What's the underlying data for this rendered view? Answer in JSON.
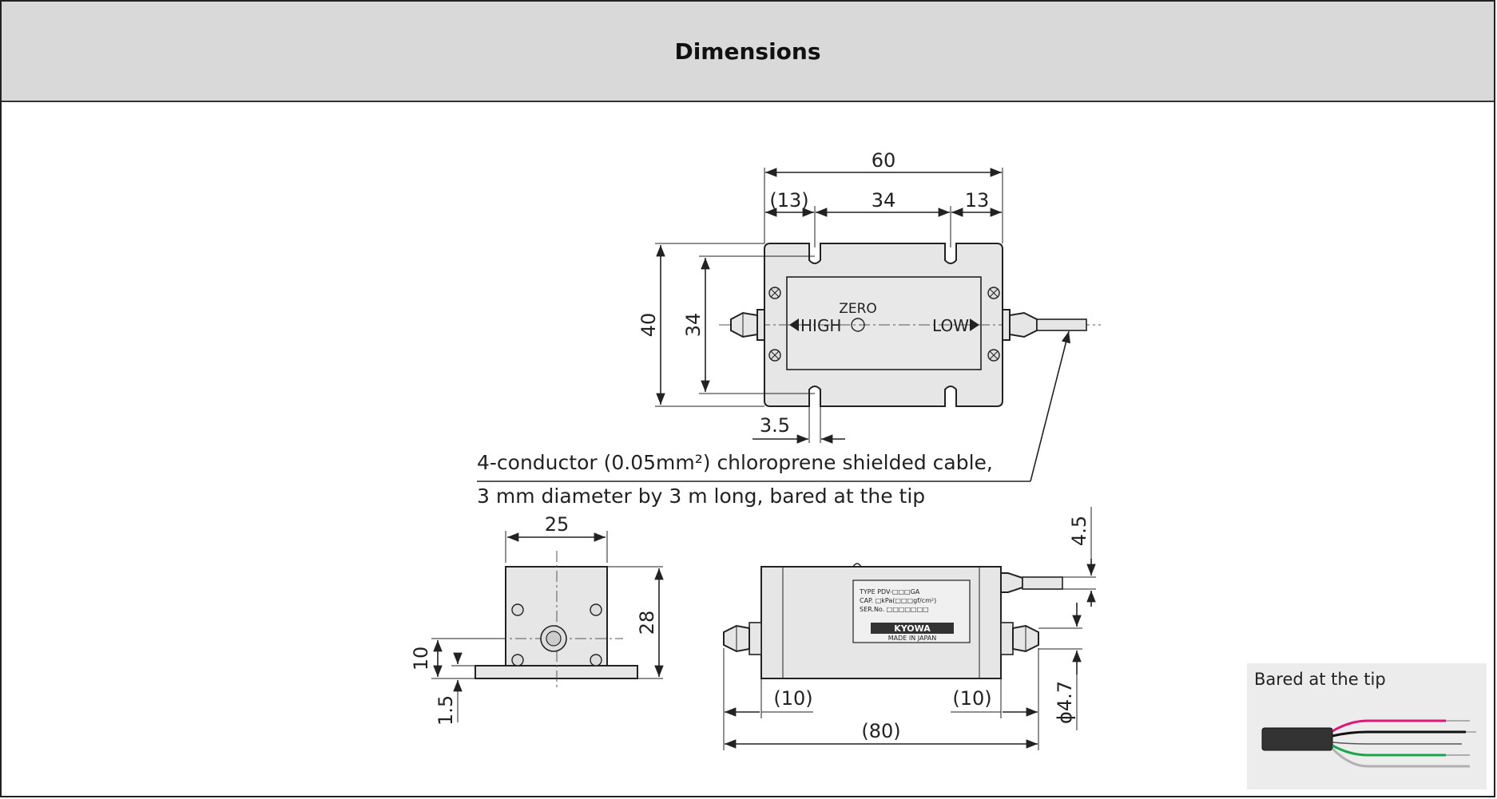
{
  "header": {
    "title": "Dimensions"
  },
  "top_view": {
    "width_overall": "60",
    "seg_left": "(13)",
    "seg_mid": "34",
    "seg_right": "13",
    "height_overall": "40",
    "height_inner": "34",
    "slot": "3.5",
    "label_high": "HIGH",
    "label_low": "LOW",
    "label_zero": "ZERO"
  },
  "cable_note": {
    "line1": "4-conductor (0.05mm²) chloroprene shielded cable,",
    "line2": "3 mm diameter by 3 m long, bared at the tip"
  },
  "side_view": {
    "width": "25",
    "height": "28",
    "base": "10",
    "plate": "1.5"
  },
  "front_view": {
    "top_gap": "4.5",
    "left_fit": "(10)",
    "right_fit": "(10)",
    "overall": "(80)",
    "diameter": "ϕ4.7",
    "nameplate_type": "TYPE  PDV-□□□GA",
    "nameplate_cap": "CAP.  □kPa(□□□gf/cm²)",
    "nameplate_ser": "SER.No. □□□□□□□",
    "nameplate_brand": "KYOWA",
    "nameplate_origin": "MADE IN JAPAN"
  },
  "inset": {
    "title": "Bared at the tip",
    "wire_colors": [
      "#e0147a",
      "#111111",
      "#1aa64a",
      "#b0b0b0"
    ]
  },
  "colors": {
    "header_bg": "#d9d9d9",
    "body_fill": "#e6e6e6",
    "inset_bg": "#ececec"
  }
}
